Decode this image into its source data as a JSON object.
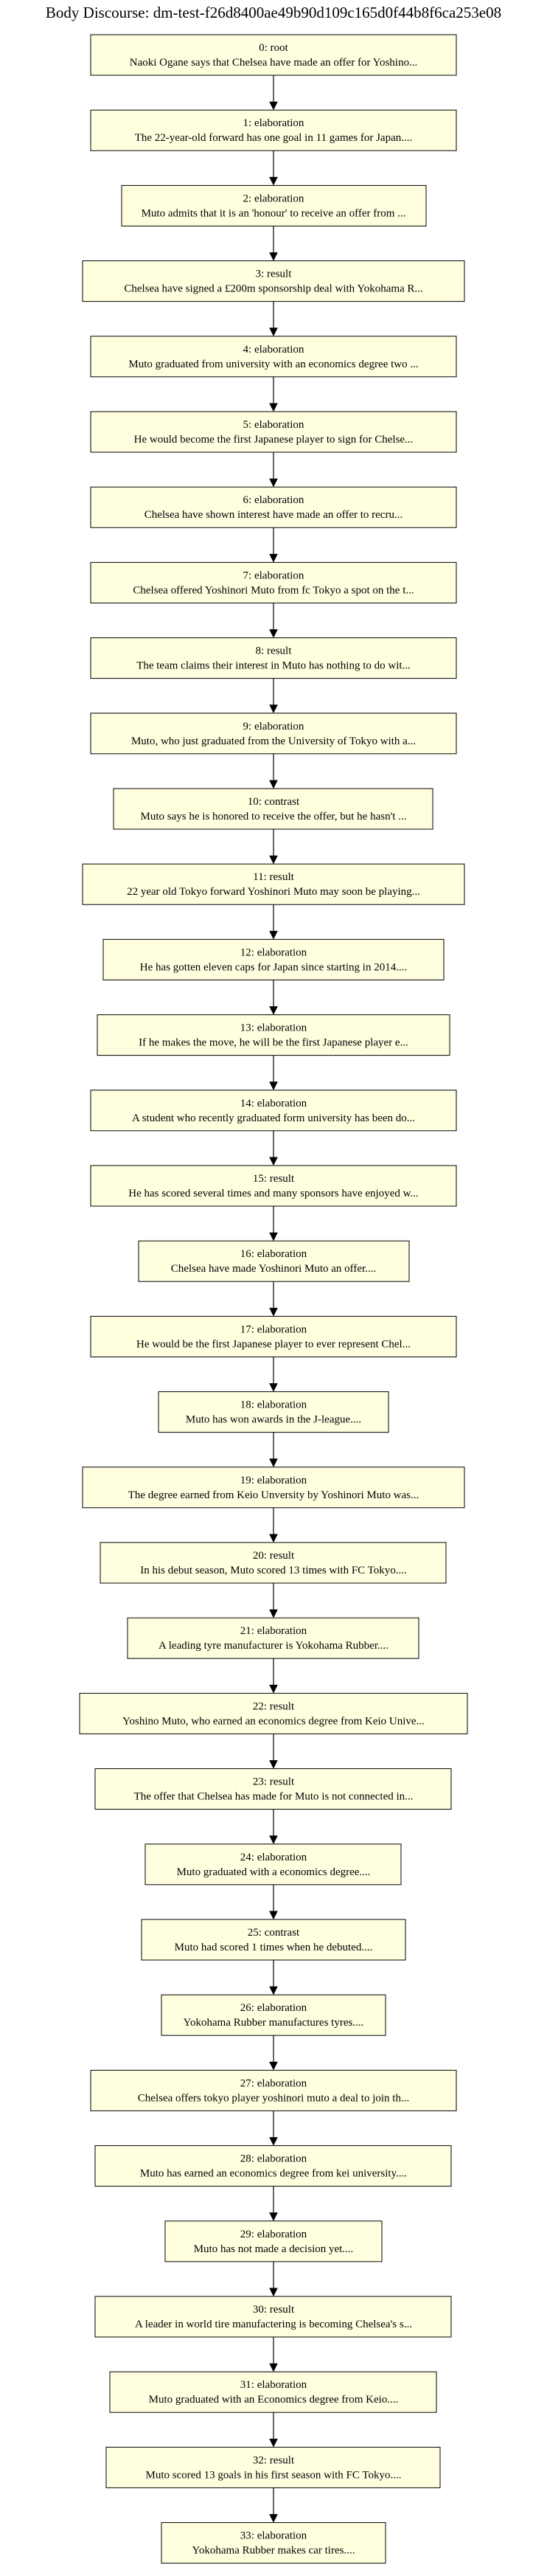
{
  "title": "Body Discourse: dm-test-f26d8400ae49b90d109c165d0f44b8f6ca253e08",
  "nodes": [
    {
      "head": "0: root",
      "text": "Naoki Ogane says that Chelsea have made an offer for Yoshino..."
    },
    {
      "head": "1: elaboration",
      "text": "The 22-year-old forward has one goal in 11 games for Japan...."
    },
    {
      "head": "2: elaboration",
      "text": "Muto admits that it is an 'honour' to receive an offer from ..."
    },
    {
      "head": "3: result",
      "text": "Chelsea have signed a £200m sponsorship deal with Yokohama R..."
    },
    {
      "head": "4: elaboration",
      "text": "Muto graduated from university with an economics degree two ..."
    },
    {
      "head": "5: elaboration",
      "text": "He would become the first Japanese player to sign for Chelse..."
    },
    {
      "head": "6: elaboration",
      "text": "Chelsea have shown interest have made an offer to recru..."
    },
    {
      "head": "7: elaboration",
      "text": "Chelsea offered Yoshinori Muto from fc Tokyo a spot on the t..."
    },
    {
      "head": "8: result",
      "text": "The team claims their interest in Muto has nothing to do wit..."
    },
    {
      "head": "9: elaboration",
      "text": "Muto, who just graduated from the University of Tokyo with a..."
    },
    {
      "head": "10: contrast",
      "text": "Muto says he is honored to receive the offer, but he hasn't ..."
    },
    {
      "head": "11: result",
      "text": "22 year old Tokyo forward Yoshinori Muto may soon be playing..."
    },
    {
      "head": "12: elaboration",
      "text": "He has gotten eleven caps for Japan since starting in 2014...."
    },
    {
      "head": "13: elaboration",
      "text": "If he makes the move, he will be the first Japanese player e..."
    },
    {
      "head": "14: elaboration",
      "text": "A student who recently graduated form university has been do..."
    },
    {
      "head": "15: result",
      "text": "He has scored several times and many sponsors have enjoyed w..."
    },
    {
      "head": "16: elaboration",
      "text": "Chelsea have made Yoshinori Muto an offer...."
    },
    {
      "head": "17: elaboration",
      "text": "He would be the first Japanese player to ever represent Chel..."
    },
    {
      "head": "18: elaboration",
      "text": "Muto has won awards in the J-league...."
    },
    {
      "head": "19: elaboration",
      "text": "The degree earned from Keio Unversity by Yoshinori Muto was..."
    },
    {
      "head": "20: result",
      "text": "In his debut season, Muto scored 13 times with FC Tokyo...."
    },
    {
      "head": "21: elaboration",
      "text": "A leading tyre manufacturer is Yokohama Rubber...."
    },
    {
      "head": "22: result",
      "text": "Yoshino Muto, who earned an economics degree from Keio Unive..."
    },
    {
      "head": "23: result",
      "text": "The offer that Chelsea has made for Muto is not connected in..."
    },
    {
      "head": "24: elaboration",
      "text": "Muto graduated with a economics degree...."
    },
    {
      "head": "25: contrast",
      "text": "Muto had scored 1 times when he debuted...."
    },
    {
      "head": "26: elaboration",
      "text": "Yokohama Rubber manufactures tyres...."
    },
    {
      "head": "27: elaboration",
      "text": "Chelsea offers tokyo player yoshinori muto a deal to join th..."
    },
    {
      "head": "28: elaboration",
      "text": "Muto has earned an economics degree from kei university...."
    },
    {
      "head": "29: elaboration",
      "text": "Muto has not made a decision yet...."
    },
    {
      "head": "30: result",
      "text": "A leader in world tire manufactering is becoming Chelsea's s..."
    },
    {
      "head": "31: elaboration",
      "text": "Muto graduated with an Economics degree from Keio...."
    },
    {
      "head": "32: result",
      "text": "Muto scored 13 goals in his first season with FC Tokyo...."
    },
    {
      "head": "33: elaboration",
      "text": "Yokohama Rubber makes car tires...."
    }
  ]
}
